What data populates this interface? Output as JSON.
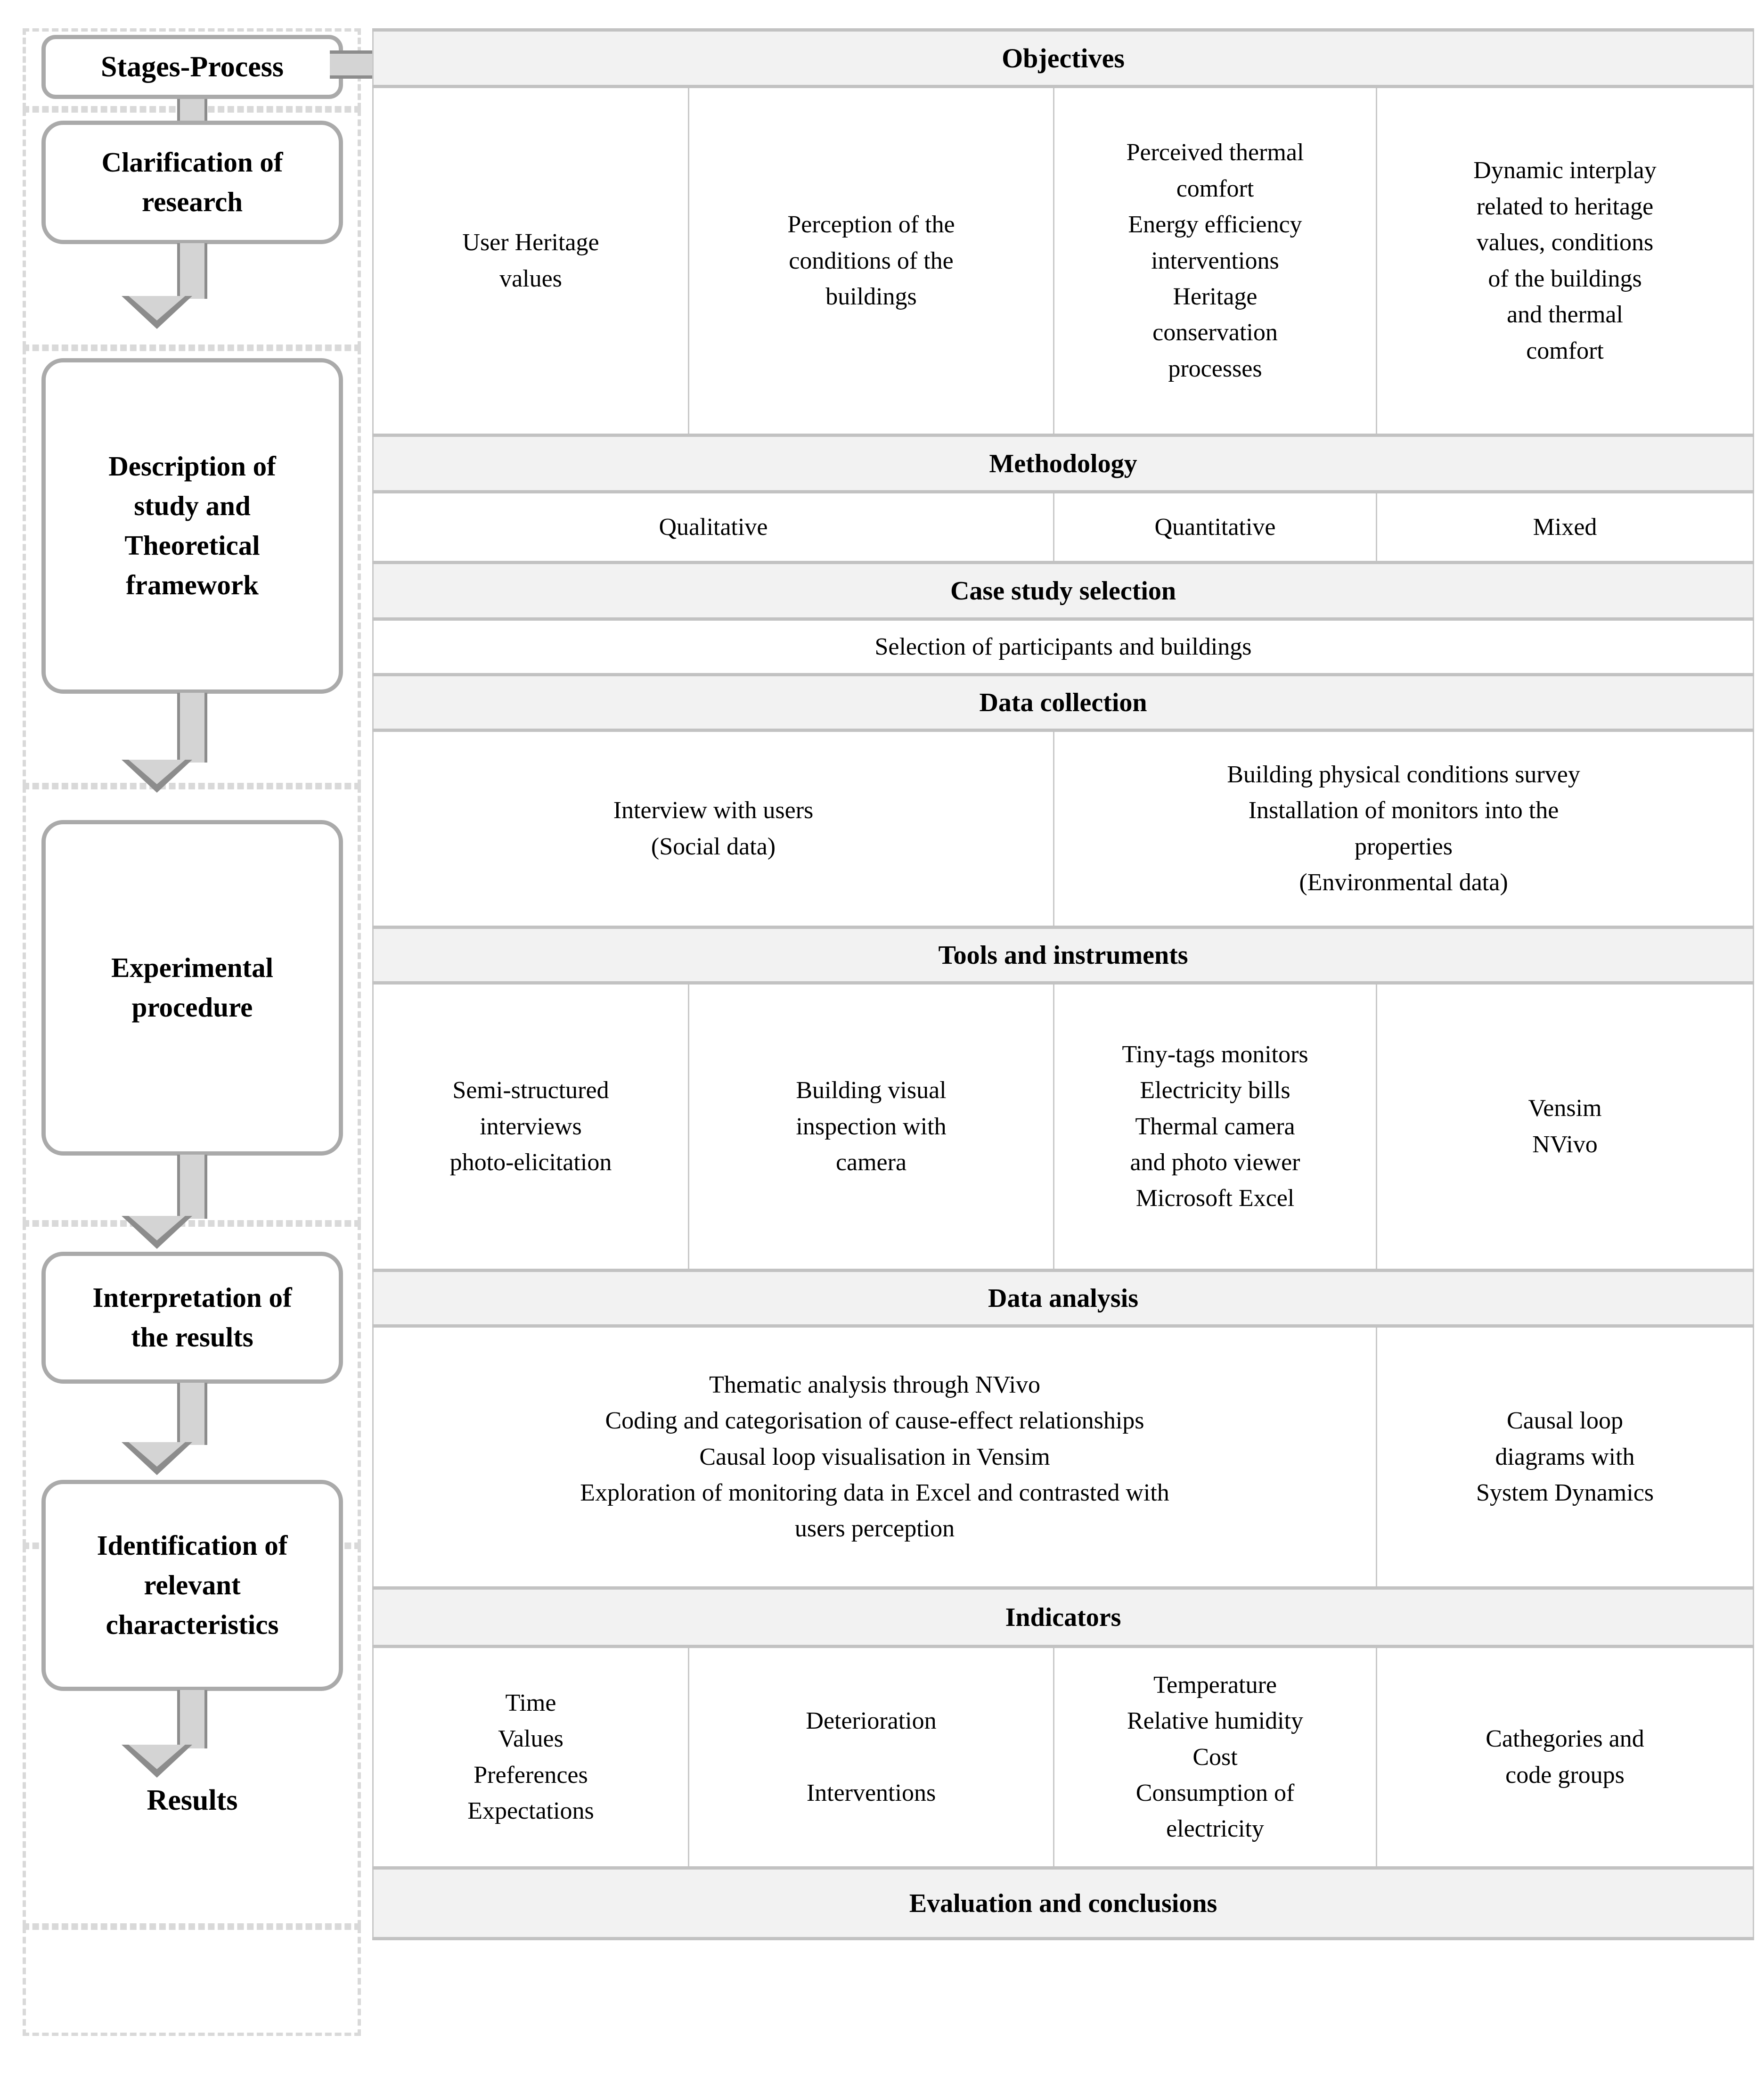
{
  "diagram": {
    "left_column_header": "Stages-Process",
    "stages": [
      {
        "label": "Clarification of\nresearch"
      },
      {
        "label": "Description of\nstudy and\nTheoretical\nframework"
      },
      {
        "label": "Experimental\nprocedure"
      },
      {
        "label": "Interpretation of\nthe results"
      },
      {
        "label": "Identification of\nrelevant\ncharacteristics"
      },
      {
        "label": "Results"
      }
    ],
    "arrow_icon_names": {
      "down": "down-arrow-icon",
      "right": "right-arrow-icon"
    }
  },
  "matrix": {
    "rows": [
      {
        "type": "band",
        "name": "objectives-header",
        "cells": [
          {
            "text": "Objectives",
            "span": 4
          }
        ]
      },
      {
        "type": "content",
        "name": "objectives-row",
        "cells": [
          {
            "text": "User Heritage\nvalues",
            "span": 1
          },
          {
            "text": "Perception of the\nconditions of the\nbuildings",
            "span": 1
          },
          {
            "text": "Perceived thermal\ncomfort\nEnergy efficiency\ninterventions\nHeritage\nconservation\nprocesses",
            "span": 1
          },
          {
            "text": "Dynamic interplay\nrelated to heritage\nvalues, conditions\nof the buildings\nand thermal\ncomfort",
            "span": 1
          }
        ]
      },
      {
        "type": "band",
        "name": "methodology-header",
        "cells": [
          {
            "text": "Methodology",
            "span": 4
          }
        ]
      },
      {
        "type": "content",
        "name": "methodology-row",
        "cells": [
          {
            "text": "Qualitative",
            "span": 2
          },
          {
            "text": "Quantitative",
            "span": 1
          },
          {
            "text": "Mixed",
            "span": 1
          }
        ]
      },
      {
        "type": "band",
        "name": "case-study-selection-header",
        "cells": [
          {
            "text": "Case study selection",
            "span": 4
          }
        ]
      },
      {
        "type": "content",
        "name": "case-study-selection-row",
        "cells": [
          {
            "text": "Selection of participants and buildings",
            "span": 4
          }
        ]
      },
      {
        "type": "band",
        "name": "data-collection-header",
        "cells": [
          {
            "text": "Data collection",
            "span": 4
          }
        ]
      },
      {
        "type": "content",
        "name": "data-collection-row",
        "cells": [
          {
            "text": "Interview with users\n(Social data)",
            "span": 2
          },
          {
            "text": "Building physical conditions survey\nInstallation of monitors into the\nproperties\n(Environmental data)",
            "span": 2
          }
        ]
      },
      {
        "type": "band",
        "name": "tools-and-instruments-header",
        "cells": [
          {
            "text": "Tools and instruments",
            "span": 4
          }
        ]
      },
      {
        "type": "content",
        "name": "tools-and-instruments-row",
        "cells": [
          {
            "text": "Semi-structured\ninterviews\nphoto-elicitation",
            "span": 1
          },
          {
            "text": "Building visual\ninspection with\ncamera",
            "span": 1
          },
          {
            "text": "Tiny-tags monitors\nElectricity bills\nThermal camera\nand photo viewer\nMicrosoft Excel",
            "span": 1
          },
          {
            "text": "Vensim\nNVivo",
            "span": 1
          }
        ]
      },
      {
        "type": "band",
        "name": "data-analysis-header",
        "cells": [
          {
            "text": "Data analysis",
            "span": 4
          }
        ]
      },
      {
        "type": "content",
        "name": "data-analysis-row",
        "cells": [
          {
            "text": "Thematic analysis through NVivo\nCoding and categorisation of cause-effect relationships\nCausal loop visualisation in Vensim\nExploration of monitoring data in Excel and contrasted with\nusers perception",
            "span": 3
          },
          {
            "text": "Causal loop\ndiagrams with\nSystem Dynamics",
            "span": 1
          }
        ]
      },
      {
        "type": "band",
        "name": "indicators-header",
        "cells": [
          {
            "text": "Indicators",
            "span": 4
          }
        ]
      },
      {
        "type": "content",
        "name": "indicators-row",
        "cells": [
          {
            "text": "Time\nValues\nPreferences\nExpectations",
            "span": 1
          },
          {
            "text": "Deterioration\n\nInterventions",
            "span": 1
          },
          {
            "text": "Temperature\nRelative humidity\nCost\nConsumption of\nelectricity",
            "span": 1
          },
          {
            "text": "Cathegories and\ncode groups",
            "span": 1
          }
        ]
      },
      {
        "type": "band",
        "name": "evaluation-and-conclusions-row",
        "cells": [
          {
            "text": "Evaluation and conclusions",
            "span": 4
          }
        ]
      }
    ]
  },
  "colors": {
    "band_background": "#f2f2f2",
    "grid_line": "#c8c8c8",
    "band_rule": "#c2c2c2",
    "stage_border": "#aaaaaa",
    "swimlane_dash": "#d9d9d9",
    "arrow_fill": "#d4d4d4",
    "arrow_outline": "#8c8c8c",
    "text": "#000000"
  }
}
